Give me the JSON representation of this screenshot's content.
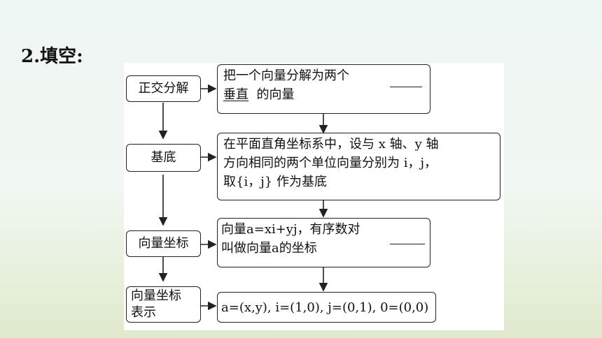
{
  "heading": "2.填空:",
  "left_boxes": {
    "b1": "正交分解",
    "b2": "基底",
    "b3": "向量坐标",
    "b4_line1": "向量坐标",
    "b4_line2": "表示"
  },
  "right_boxes": {
    "r1_line1": "把一个向量分解为两个",
    "r1_answer": "垂直",
    "r1_line2_rest": "的向量",
    "r2_line1": "在平面直角坐标系中，设与 x 轴、y 轴",
    "r2_line2": "方向相同的两个单位向量分别为 i，j，",
    "r2_line3": "取{i，j} 作为基底",
    "r3_line1": "向量a=xi+yj，有序数对",
    "r3_line2": "叫做向量a的坐标",
    "r4": "a=(x,y), i=(1,0), j=(0,1), 0=(0,0)"
  }
}
